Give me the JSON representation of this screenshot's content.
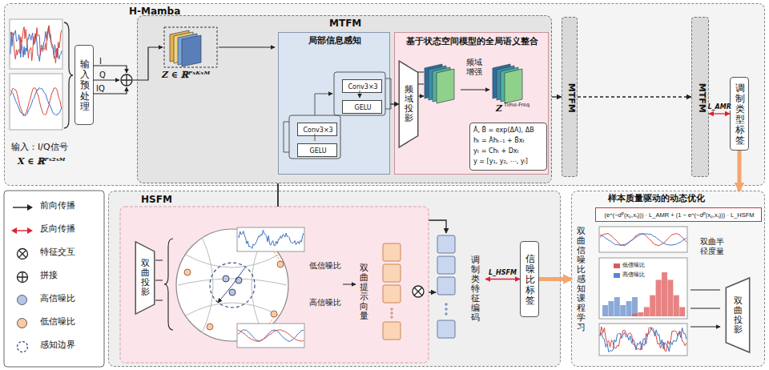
{
  "diagram": {
    "nodes": [
      {
        "text": [
          "H-Mamba"
        ]
      },
      {
        "text": [
          "输入预处理"
        ],
        "in": 0
      },
      {
        "text": [
          "MTFM"
        ],
        "in": 0
      },
      {
        "text": [
          "局部信息感知"
        ],
        "in": 2
      },
      {
        "text": [
          "Conv3×3"
        ],
        "in": 3
      },
      {
        "text": [
          "GELU"
        ],
        "in": 3
      },
      {
        "text": [
          "Conv3×3"
        ],
        "in": 3
      },
      {
        "text": [
          "GELU"
        ],
        "in": 3
      },
      {
        "text": [
          "基于状态空间模型的全局语义整合"
        ],
        "in": 2
      },
      {
        "text": [
          "频域投影"
        ],
        "in": 8
      },
      {
        "text": [
          "Ā, B̄ = exp(ΔA), ΔB",
          "hₜ = Āhₜ₋₁ + B̄xₜ",
          "yₜ = Chₜ + Dxₜ",
          "y = [y₁, y₂, ⋯, yₗ]"
        ],
        "in": 8
      },
      {
        "text": [
          "MTFM"
        ],
        "in": 0
      },
      {
        "text": [
          "MTFM"
        ],
        "in": 0
      },
      {
        "text": [
          "调制类型标签"
        ],
        "in": 0
      },
      {
        "text": [
          "HSFM"
        ]
      },
      {
        "text": [
          "双曲投影"
        ],
        "in": 14
      },
      {
        "text": [
          "双曲提示向量"
        ],
        "in": 14
      },
      {
        "text": [
          "调制类特征编码"
        ],
        "in": 14
      },
      {
        "text": [
          "信噪比标签"
        ],
        "in": 14
      },
      {
        "text": [
          "双曲信噪比感知课程学习",
          "样本质量驱动的动态优化"
        ]
      },
      {
        "text": [
          "(e^(−dᴾ(xₚ,xₛ))) · L_AMR + (1 − e^(−dᴾ(xₚ,xₛ))) · L_HSFM"
        ],
        "in": 19
      },
      {
        "text": [
          "双曲投影"
        ],
        "in": 19
      }
    ],
    "edges": [
      {
        "from": 3,
        "to": 9,
        "arrow": "to"
      },
      {
        "from": 2,
        "to": 11,
        "arrow": "to"
      },
      {
        "from": 11,
        "to": 12,
        "arrow": "to"
      },
      {
        "from": 12,
        "to": 13,
        "arrow": "both",
        "label": "L_AMR"
      },
      {
        "from": 13,
        "to": 19,
        "arrow": "to"
      },
      {
        "from": 2,
        "to": 15,
        "arrow": "to"
      },
      {
        "from": 16,
        "to": 17,
        "arrow": "to"
      },
      {
        "from": 17,
        "to": 18,
        "arrow": "both",
        "label": "L_HSFM"
      },
      {
        "from": 18,
        "to": 19,
        "arrow": "to"
      },
      {
        "from": 2,
        "to": 17,
        "arrow": "to"
      }
    ],
    "labels": [
      "输入：I/Q信号",
      "X ∈ ℝᴾˣ²ˣᴹ",
      "I",
      "Q",
      "IQ",
      "Z ∈ ℝᴾˣᴷˣᴹ",
      "频域增强",
      "Z",
      "Time-Freq",
      "低信噪比",
      "高信噪比",
      "低信噪比",
      "高信噪比",
      "双曲半径度量"
    ],
    "legend": [
      {
        "text": "前向传播"
      },
      {
        "text": "反向传播"
      },
      {
        "text": "特征交互"
      },
      {
        "text": "拼接"
      },
      {
        "text": "高信噪比",
        "color": "#b7c6e6"
      },
      {
        "text": "低信噪比",
        "color": "#f8cba4"
      },
      {
        "text": "感知边界"
      }
    ]
  }
}
